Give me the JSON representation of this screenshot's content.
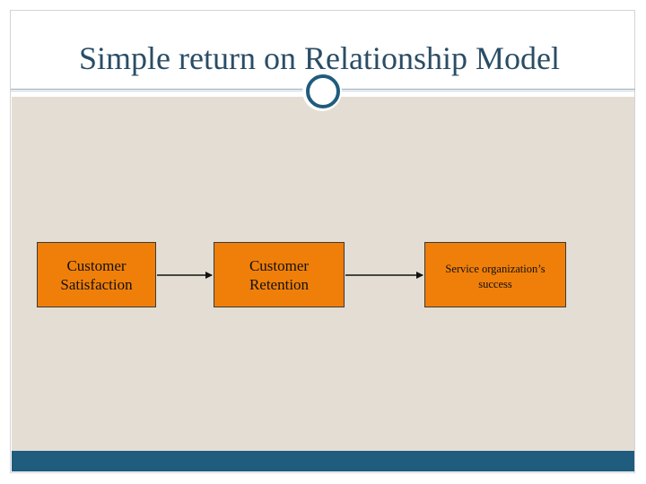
{
  "slide": {
    "title": "Simple return on Relationship Model"
  },
  "diagram": {
    "nodes": [
      {
        "id": "satisfaction",
        "label": "Customer\nSatisfaction"
      },
      {
        "id": "retention",
        "label": "Customer\nRetention"
      },
      {
        "id": "success",
        "label": "Service organization’s\nsuccess"
      }
    ],
    "edges": [
      {
        "from": "satisfaction",
        "to": "retention"
      },
      {
        "from": "retention",
        "to": "success"
      }
    ]
  },
  "colors": {
    "title_text": "#2a4d66",
    "accent": "#1f5c7e",
    "content_background": "#e3ddd3",
    "box_fill": "#f07f09",
    "box_border": "#3a3a3a"
  }
}
